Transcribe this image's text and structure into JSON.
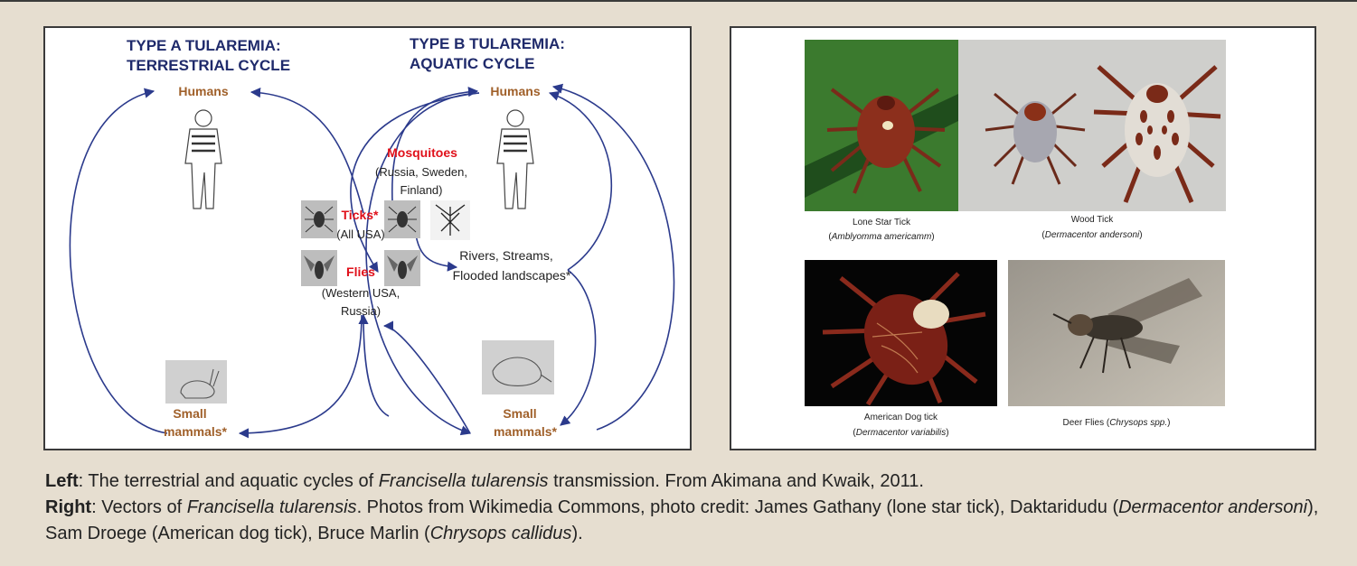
{
  "colors": {
    "background": "#e6ded0",
    "title_navy": "#1f2a6b",
    "arrow_blue": "#2b3a8c",
    "label_brown": "#a0602a",
    "label_red": "#e0101a"
  },
  "diagram": {
    "type_a_title": [
      "TYPE A TULAREMIA:",
      "TERRESTRIAL CYCLE"
    ],
    "type_b_title": [
      "TYPE B TULAREMIA:",
      "AQUATIC  CYCLE"
    ],
    "humans_a": "Humans",
    "humans_b": "Humans",
    "mosquitoes": "Mosquitoes",
    "mosquitoes_region": [
      "(Russia, Sweden,",
      "Finland)"
    ],
    "ticks": "Ticks*",
    "ticks_region": "(All USA)",
    "flies": "Flies",
    "flies_region": [
      "(Western USA,",
      "Russia)"
    ],
    "water": [
      "Rivers, Streams,",
      "Flooded landscapes*"
    ],
    "mammals_a": [
      "Small",
      "mammals*"
    ],
    "mammals_b": [
      "Small",
      "mammals*"
    ]
  },
  "photos": [
    {
      "icon": "lone-star-tick-photo",
      "name": "Lone Star Tick",
      "latin": "Amblyomma americamm"
    },
    {
      "icon": "wood-tick-photo",
      "name": "Wood Tick",
      "latin": "Dermacentor  andersoni"
    },
    {
      "icon": "american-dog-tick-photo",
      "name": "American Dog tick",
      "latin": "Dermacentor variabilis"
    },
    {
      "icon": "deer-fly-photo",
      "name": "Deer Flies",
      "latin": "Chrysops spp."
    }
  ],
  "caption": {
    "left_label": "Left",
    "left_text_1": ": The terrestrial and aquatic cycles of ",
    "left_italic": "Francisella tularensis",
    "left_text_2": " transmission. From Akimana and Kwaik, 2011.",
    "right_label": "Right",
    "right_text_1": ": Vectors of ",
    "right_italic": "Francisella tularensis",
    "right_text_2": ". Photos from Wikimedia Commons, photo credit: James Gathany (lone star tick), Daktaridudu (",
    "right_italic_2": "Dermacentor andersoni",
    "right_text_3": "), Sam Droege (American dog tick), Bruce Marlin (",
    "right_italic_3": "Chrysops callidus",
    "right_text_4": ")."
  }
}
